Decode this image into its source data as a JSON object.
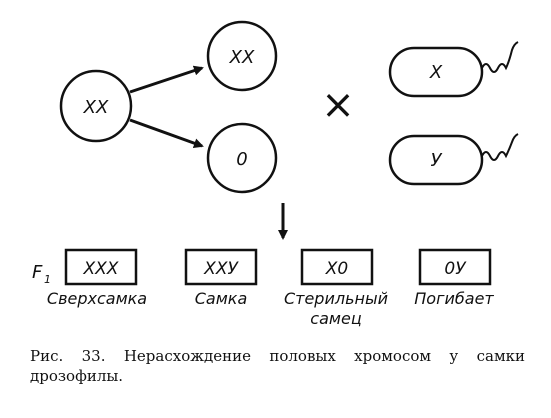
{
  "parent_female": {
    "genotype": "XX",
    "offspring_eggs": [
      "XX",
      "0"
    ]
  },
  "parent_male": {
    "sperm": [
      "X",
      "У"
    ]
  },
  "cross_symbol": "×",
  "generation_label": "F",
  "generation_subscript": "1",
  "offspring": [
    {
      "genotype": "XXX",
      "label_lines": [
        "Сверхсамка"
      ]
    },
    {
      "genotype": "XXУ",
      "label_lines": [
        "Самка"
      ]
    },
    {
      "genotype": "X0",
      "label_lines": [
        "Стерильный",
        "самец"
      ]
    },
    {
      "genotype": "0У",
      "label_lines": [
        "Погибает"
      ]
    }
  ],
  "caption": "Рис. 33. Нерасхождение половых хромосом у самки дрозофилы."
}
